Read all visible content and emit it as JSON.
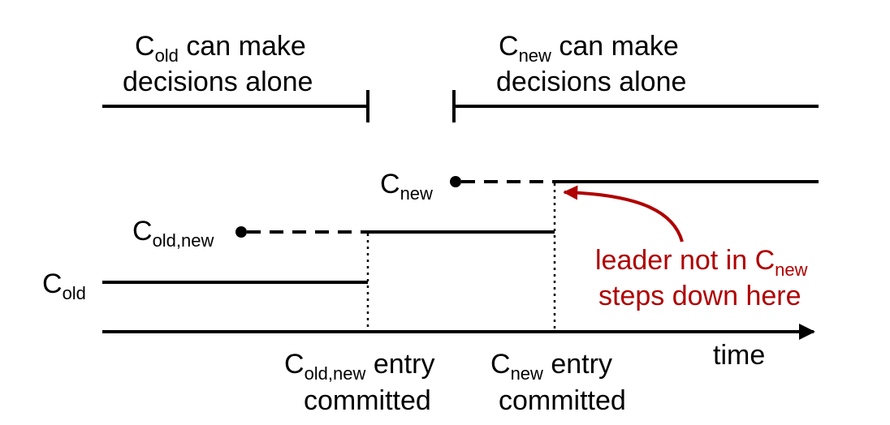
{
  "top_labels": {
    "old_alone": {
      "base": "C",
      "sub": "old",
      "line1_rest": " can make",
      "line2": "decisions alone"
    },
    "new_alone": {
      "base": "C",
      "sub": "new",
      "line1_rest": " can make",
      "line2": "decisions alone"
    }
  },
  "configs": {
    "c_new": {
      "base": "C",
      "sub": "new"
    },
    "c_old_new": {
      "base": "C",
      "sub": "old,new"
    },
    "c_old": {
      "base": "C",
      "sub": "old"
    }
  },
  "annotation": {
    "line1": "leader not in C",
    "line1_sub": "new",
    "line2": "steps down here",
    "color": "#b00000"
  },
  "axis": {
    "label": "time"
  },
  "events": {
    "old_new_committed": {
      "base": "C",
      "sub": "old,new",
      "rest": " entry",
      "line2": "committed"
    },
    "new_committed": {
      "base": "C",
      "sub": "new",
      "rest": " entry",
      "line2": "committed"
    }
  }
}
